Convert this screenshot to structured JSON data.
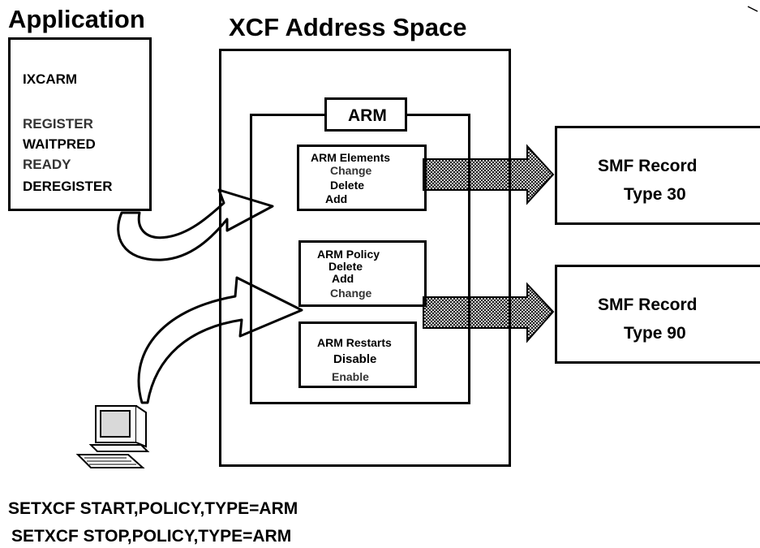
{
  "application": {
    "title": "Application",
    "items": [
      "IXCARM",
      "REGISTER",
      "WAITPRED",
      "READY",
      "DEREGISTER"
    ]
  },
  "xcf": {
    "title": "XCF Address Space",
    "arm_label": "ARM",
    "elements": {
      "title": "ARM Elements",
      "items": [
        "Change",
        "Delete",
        "Add"
      ]
    },
    "policy": {
      "title": "ARM Policy",
      "items": [
        "Delete",
        "Add",
        "Change"
      ]
    },
    "restarts": {
      "title": "ARM Restarts",
      "items": [
        "Disable",
        "Enable"
      ]
    }
  },
  "smf": [
    {
      "line1": "SMF Record",
      "line2": "Type 30"
    },
    {
      "line1": "SMF Record",
      "line2": "Type 90"
    }
  ],
  "commands": [
    "SETXCF START,POLICY,TYPE=ARM",
    "SETXCF STOP,POLICY,TYPE=ARM"
  ],
  "icons": {
    "terminal": "computer-terminal-icon"
  }
}
